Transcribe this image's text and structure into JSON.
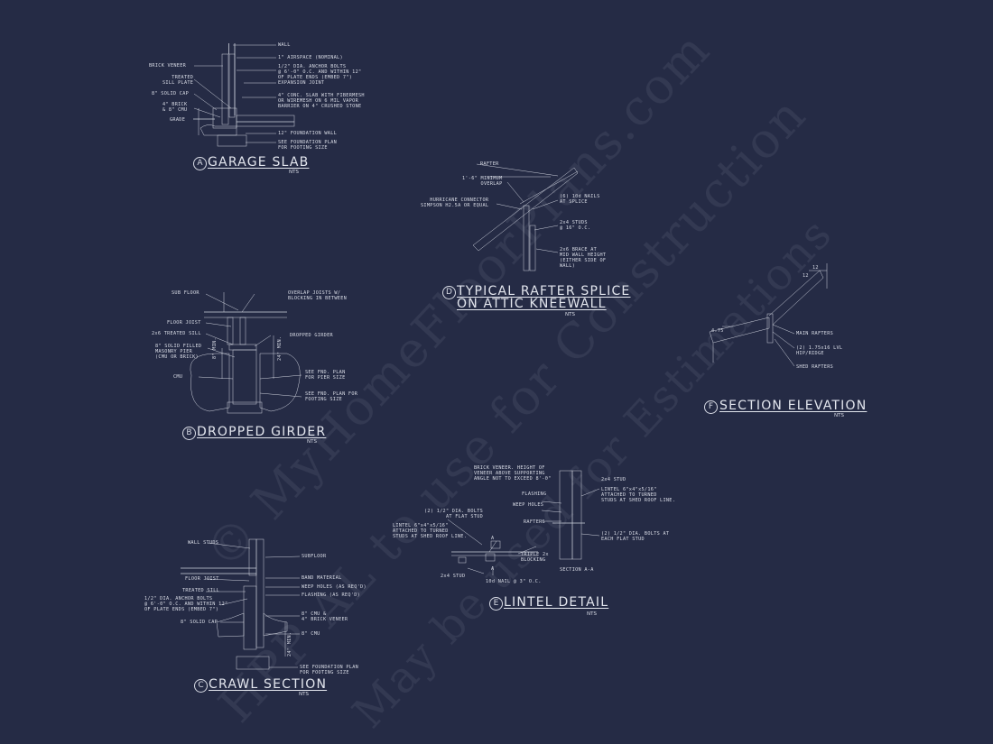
{
  "watermark": {
    "line1": "© MyHomeFloorPlans.com",
    "line2": "HPP AL to use for Construction",
    "line3": "May be used for Estimations"
  },
  "details": [
    {
      "id": "garage-slab",
      "letter": "A",
      "title": "GARAGE SLAB",
      "scale": "NTS",
      "labels": {
        "wall": "WALL",
        "airspace": "1\" AIRSPACE (NOMINAL)",
        "brick_veneer": "BRICK VENEER",
        "anchor_bolts": "1/2\" DIA. ANCHOR BOLTS\n@ 6'-0\" O.C. AND WITHIN 12\"\nOF PLATE ENDS (EMBED 7\")",
        "treated_sill": "TREATED\nSILL PLATE",
        "expansion_joint": "EXPANSION JOINT",
        "solid_cap": "8\" SOLID CAP",
        "conc_slab": "4\" CONC. SLAB WITH FIBERMESH\nOR WIREMESH ON 6 MIL VAPOR\nBARRIER ON 4\" CRUSHED STONE",
        "brick_cmu": "4\" BRICK\n& 8\" CMU",
        "grade": "GRADE",
        "foundation_wall": "12\" FOUNDATION WALL",
        "see_plan": "SEE FOUNDATION PLAN\nFOR FOOTING SIZE"
      }
    },
    {
      "id": "dropped-girder",
      "letter": "B",
      "title": "DROPPED GIRDER",
      "scale": "NTS",
      "labels": {
        "sub_floor": "SUB FLOOR",
        "overlap_joists": "OVERLAP JOISTS W/\nBLOCKING IN BETWEEN",
        "floor_joist": "FLOOR JOIST",
        "treated_sill": "2x6 TREATED SILL",
        "dropped_girder": "DROPPED GIRDER",
        "masonry_pier": "8\" SOLID FILLED\nMASONRY PIER\n(CMU OR BRICK)",
        "cmu": "CMU",
        "see_pier": "SEE FND. PLAN\nFOR PIER SIZE",
        "see_footing": "SEE FND. PLAN FOR\nFOOTING SIZE",
        "dim_a": "8\" MIN.",
        "dim_b": "24\" MIN."
      }
    },
    {
      "id": "crawl-section",
      "letter": "C",
      "title": "CRAWL SECTION",
      "scale": "NTS",
      "labels": {
        "wall_studs": "WALL STUDS",
        "subfloor": "SUBFLOOR",
        "floor_joist": "FLOOR JOIST",
        "band_material": "BAND MATERIAL",
        "treated_sill": "TREATED SILL",
        "weep_holes": "WEEP HOLES (AS REQ'D)",
        "anchor_bolts": "1/2\" DIA. ANCHOR BOLTS\n@ 6'-0\" O.C. AND WITHIN 12\"\nOF PLATE ENDS (EMBED 7\")",
        "flashing": "FLASHING (AS REQ'D)",
        "cmu_veneer": "8\" CMU &\n4\" BRICK VENEER",
        "solid_cap": "8\" SOLID CAP",
        "cmu": "8\" CMU",
        "see_plan": "SEE FOUNDATION PLAN\nFOR FOOTING SIZE",
        "dim": "24\" MIN."
      }
    },
    {
      "id": "rafter-splice",
      "letter": "D",
      "title_line1": "TYPICAL RAFTER SPLICE",
      "title_line2": "ON ATTIC KNEEWALL",
      "scale": "NTS",
      "labels": {
        "rafter": "RAFTER",
        "overlap": "1'-6\" MINIMUM\nOVERLAP",
        "hurricane": "HURRICANE CONNECTOR\nSIMPSON H2.5A OR EQUAL",
        "nails": "(6) 10d NAILS\nAT SPLICE",
        "studs": "2x4 STUDS\n@ 16\" O.C.",
        "brace": "2x6 BRACE AT\nMID WALL HEIGHT\n(EITHER SIDE OF\nWALL)"
      }
    },
    {
      "id": "lintel-detail",
      "letter": "E",
      "title": "LINTEL DETAIL",
      "scale": "NTS",
      "labels": {
        "brick_veneer": "BRICK VENEER. HEIGHT OF\nVENEER ABOVE SUPPORTING\nANGLE NOT TO EXCEED 8'-0\"",
        "stud_2x4": "2x4 STUD",
        "flashing": "FLASHING",
        "lintel_right": "LINTEL 6\"x4\"x5/16\"\nATTACHED TO TURNED\nSTUDS AT SHED ROOF LINE.",
        "weep_holes": "WEEP HOLES",
        "bolts_left": "(2) 1/2\" DIA. BOLTS\nAT FLAT STUD",
        "lintel_left": "LINTEL 6\"x4\"x5/16\"\nATTACHED TO TURNED\nSTUDS AT SHED ROOF LINE.",
        "rafters": "RAFTERS",
        "bolts_right": "(2) 1/2\" DIA. BOLTS AT\nEACH FLAT STUD",
        "triple_blocking": "TRIPLE 2x\nBLOCKING",
        "stud_2x4_b": "2x4 STUD",
        "nail": "10d NAIL @ 3\" O.C.",
        "section": "SECTION A-A",
        "mark": "A"
      }
    },
    {
      "id": "section-elevation",
      "letter": "F",
      "title": "SECTION ELEVATION",
      "scale": "NTS",
      "labels": {
        "main_rafters": "MAIN RAFTERS",
        "lvl": "(2) 1.75x16 LVL\nHIP/RIDGE",
        "shed_rafters": "SHED RAFTERS",
        "slope_top": "12",
        "slope_side": "12",
        "pitch": "4.75"
      }
    }
  ]
}
